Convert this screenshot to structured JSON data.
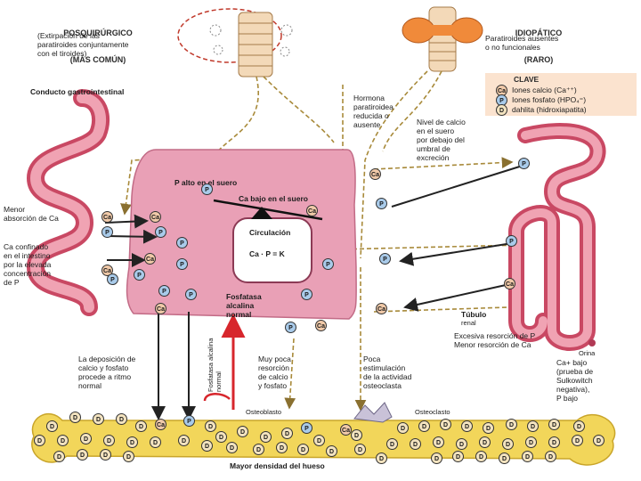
{
  "panels": {
    "postsurgical": {
      "title_line1": "POSQUIRÚRGICO",
      "title_line2": "(MÁS COMÚN)",
      "subtitle": "(Extirpación de las\nparatiroides conjuntamente\ncon el tiroides)"
    },
    "idiopathic": {
      "title_line1": "IDIOPÁTICO",
      "title_line2": "(RARO)",
      "subtitle": "Paratiroides ausentes\no no funcionales"
    }
  },
  "key": {
    "title": "CLAVE",
    "items": [
      {
        "symbol": "Ca",
        "label": "Iones calcio (Ca⁺⁺)"
      },
      {
        "symbol": "P",
        "label": "Iones fosfato (HPO₄⁼)"
      },
      {
        "symbol": "D",
        "label": "dahlita (hidroxiapatita)"
      }
    ]
  },
  "labels": {
    "gi_tract": "Conducto gastrointestinal",
    "hormone": "Hormona\nparatiroidea\nreducida o\nausente",
    "serum_calcium": "Nivel de calcio\nen el suero\npor debajo del\numbral de\nexcreción",
    "less_absorption": "Menor\nabsorción de Ca",
    "ca_confined": "Ca confinado\nen el intestino\npor la elevada\nconcentración\nde P",
    "p_high": "P alto en el suero",
    "ca_low": "Ca bajo en el suero",
    "circulation_title": "Circulación",
    "circulation_formula": "Ca · P = K",
    "alk_phosphatase": "Fosfatasa\nalcalina\nnormal",
    "tubule": "Túbulo",
    "tubule2": "renal",
    "renal_effect": "Excesiva resorción de P\nMenor resorción de Ca",
    "urine": "Orina",
    "urine_note": "Ca+ bajo\n(prueba de\nSulkowitch\nnegativa),\nP bajo",
    "deposition": "La deposición de\ncalcio y fosfato\nprocede a ritmo\nnormal",
    "resorption": "Muy poca\nresorción\nde calcio\ny fosfato",
    "stimulation": "Poca\nestimulación\nde la actividad\nosteoclasta",
    "vertical_text": "Fosfatasa alcalina\nnormal",
    "osteoblast": "Osteoblasto",
    "osteoclast": "Osteoclasto",
    "bone_density": "Mayor densidad del hueso"
  },
  "ion_symbols": {
    "ca": "Ca",
    "p": "P",
    "d": "D"
  },
  "colors": {
    "tissue": "#e9a0b6",
    "tissue_edge": "#c26b86",
    "gut": "#d9627a",
    "bone": "#f2d65a",
    "bone_edge": "#c9a52a",
    "arrow_red": "#d7262c",
    "dashed": "#a88a3a",
    "key_bg": "#fbe3cf"
  }
}
